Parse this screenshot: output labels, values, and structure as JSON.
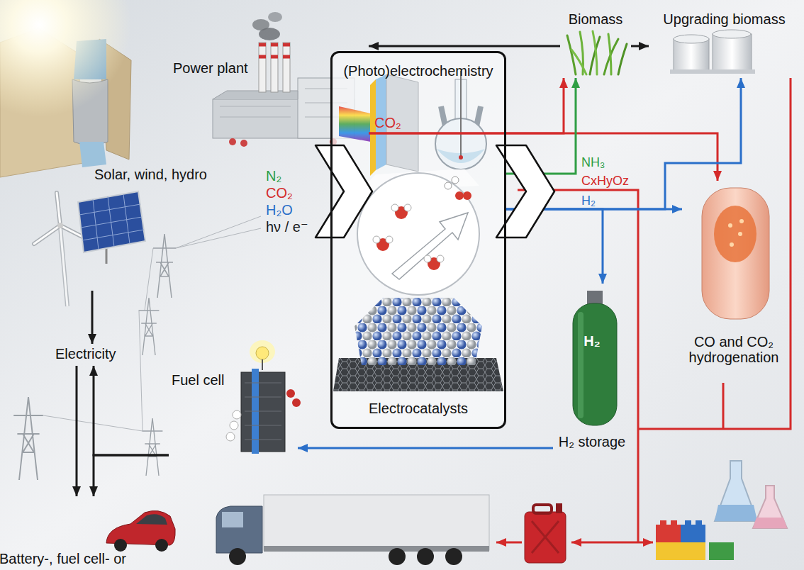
{
  "diagram": {
    "nodes": [
      {
        "text": [
          "Power plant"
        ]
      },
      {
        "text": [
          "Biomass"
        ]
      },
      {
        "text": [
          "Upgrading biomass"
        ]
      },
      {
        "text": [
          "Solar, wind, hydro"
        ]
      },
      {
        "text": [
          "(Photo)electrochemistry",
          "Electrocatalysts"
        ]
      },
      {
        "text": [
          "CO and CO₂ hydrogenation"
        ]
      },
      {
        "text": [
          "Electricity"
        ]
      },
      {
        "text": [
          "Fuel cell"
        ]
      },
      {
        "text": [
          "H₂",
          "H₂ storage"
        ]
      },
      {
        "text": [
          "Battery-, fuel cell- or"
        ]
      }
    ],
    "edges": [
      {
        "from": 1,
        "to": 0,
        "arrow": "to"
      },
      {
        "from": 1,
        "to": 2,
        "arrow": "to"
      },
      {
        "from": 0,
        "to": 1,
        "arrow": "to"
      },
      {
        "from": 0,
        "to": 5,
        "arrow": "to"
      },
      {
        "from": 4,
        "to": 1,
        "arrow": "to"
      },
      {
        "from": 4,
        "to": 5,
        "arrow": "to"
      },
      {
        "from": 4,
        "to": 2,
        "arrow": "to"
      },
      {
        "from": 4,
        "to": 8,
        "arrow": "to"
      },
      {
        "from": 8,
        "to": 7,
        "arrow": "to"
      },
      {
        "from": 3,
        "to": 6,
        "arrow": "to"
      },
      {
        "from": 6,
        "to": 9,
        "arrow": "to"
      },
      {
        "from": 7,
        "to": 6,
        "arrow": "to"
      },
      {
        "from": 7,
        "to": 9,
        "arrow": "to"
      }
    ],
    "labels": [
      "CO₂",
      "N₂",
      "CO₂",
      "H₂O",
      "hν / e⁻",
      "NH₃",
      "CxHyOz",
      "H₂"
    ]
  }
}
